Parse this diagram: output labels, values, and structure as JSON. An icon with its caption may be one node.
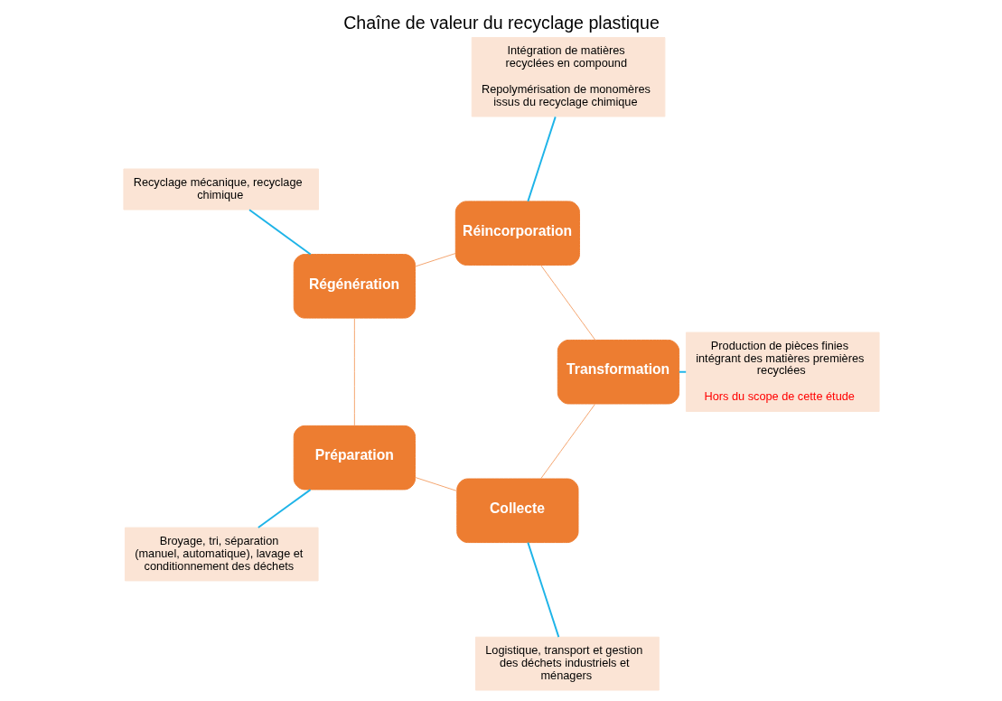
{
  "diagram": {
    "title": "Chaîne de valeur du recyclage plastique",
    "nodes": [
      {
        "text": [
          "Collecte"
        ]
      },
      {
        "text": [
          "Préparation"
        ]
      },
      {
        "text": [
          "Régénération"
        ]
      },
      {
        "text": [
          "Réincorporation"
        ]
      },
      {
        "text": [
          "Transformation"
        ]
      },
      {
        "text": [
          "Logistique, transport et gestion des déchets industriels et ménagers"
        ]
      },
      {
        "text": [
          "Broyage, tri, séparation (manuel, automatique), lavage et conditionnement des déchets"
        ]
      },
      {
        "text": [
          "Recyclage mécanique, recyclage chimique"
        ]
      },
      {
        "text": [
          "Intégration de matières recyclées en compound",
          "Repolymérisation de monomères issus du recyclage chimique"
        ]
      },
      {
        "text": [
          "Production de pièces finies intégrant des matières premières recyclées",
          "Hors du scope de cette étude"
        ]
      }
    ],
    "edges": [
      {
        "from": 0,
        "to": 1,
        "arrow": "none"
      },
      {
        "from": 1,
        "to": 2,
        "arrow": "none"
      },
      {
        "from": 2,
        "to": 3,
        "arrow": "none"
      },
      {
        "from": 3,
        "to": 4,
        "arrow": "none"
      },
      {
        "from": 4,
        "to": 0,
        "arrow": "none"
      },
      {
        "from": 5,
        "to": 0,
        "arrow": "none",
        "color": "#1fb4e8"
      },
      {
        "from": 6,
        "to": 1,
        "arrow": "none",
        "color": "#1fb4e8"
      },
      {
        "from": 7,
        "to": 2,
        "arrow": "none",
        "color": "#1fb4e8"
      },
      {
        "from": 8,
        "to": 3,
        "arrow": "none",
        "color": "#1fb4e8"
      },
      {
        "from": 9,
        "to": 4,
        "arrow": "none",
        "color": "#1fb4e8"
      }
    ]
  }
}
